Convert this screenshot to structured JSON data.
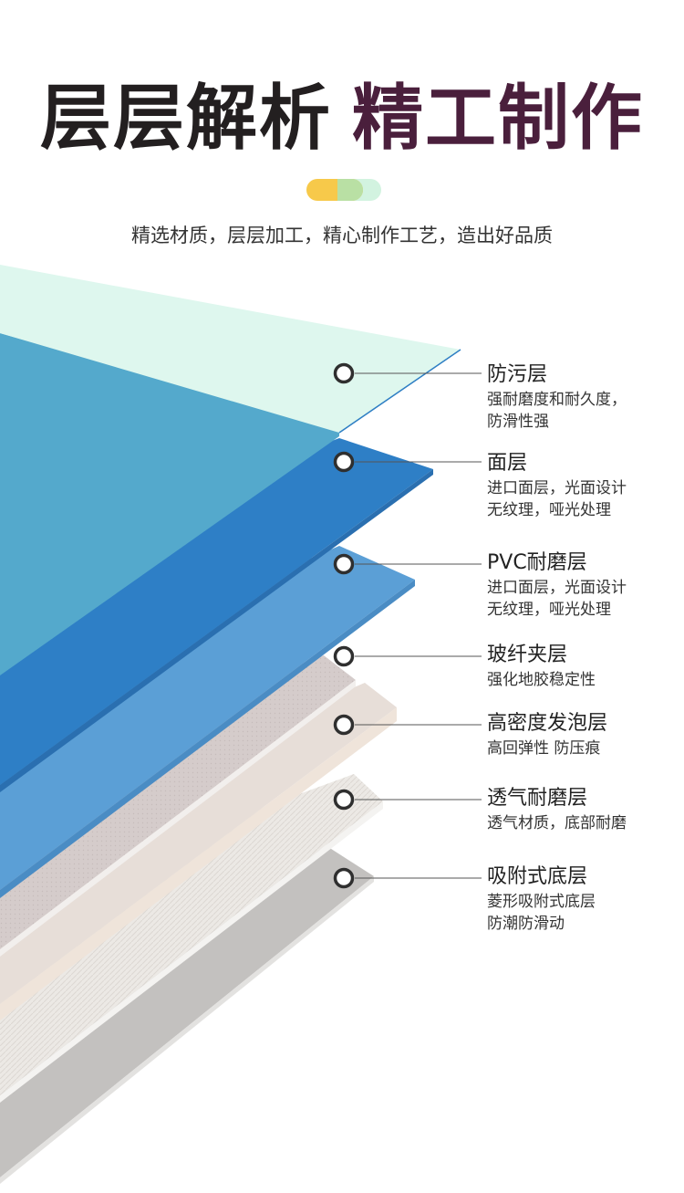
{
  "header": {
    "title_part1": "层层解析",
    "title_part2": "精工制作",
    "subtitle": "精选材质，层层加工，精心制作工艺，造出好品质"
  },
  "colors": {
    "title_dark": "#231f20",
    "title_accent": "#4a1f3c",
    "layer_anti_fouling": "#def7ee",
    "layer_surface_back": "#54a9cc",
    "layer_surface": "#2e7fc6",
    "layer_pvc": "#5b9fd6",
    "layer_fiberglass": "#d5cccb",
    "layer_foam": "#e7ded8",
    "layer_breathable": "#ece9e5",
    "layer_bottom": "#c3c1bf"
  },
  "layers": [
    {
      "title": "防污层",
      "desc": [
        "强耐磨度和耐久度，",
        "防滑性强"
      ]
    },
    {
      "title": "面层",
      "desc": [
        "进口面层，光面设计",
        "无纹理，哑光处理"
      ]
    },
    {
      "title": "PVC耐磨层",
      "desc": [
        "进口面层，光面设计",
        "无纹理，哑光处理"
      ]
    },
    {
      "title": "玻纤夹层",
      "desc": [
        "强化地胶稳定性"
      ]
    },
    {
      "title": "高密度发泡层",
      "desc": [
        "高回弹性 防压痕"
      ]
    },
    {
      "title": "透气耐磨层",
      "desc": [
        "透气材质，底部耐磨"
      ]
    },
    {
      "title": "吸附式底层",
      "desc": [
        "菱形吸附式底层",
        "防潮防滑动"
      ]
    }
  ]
}
